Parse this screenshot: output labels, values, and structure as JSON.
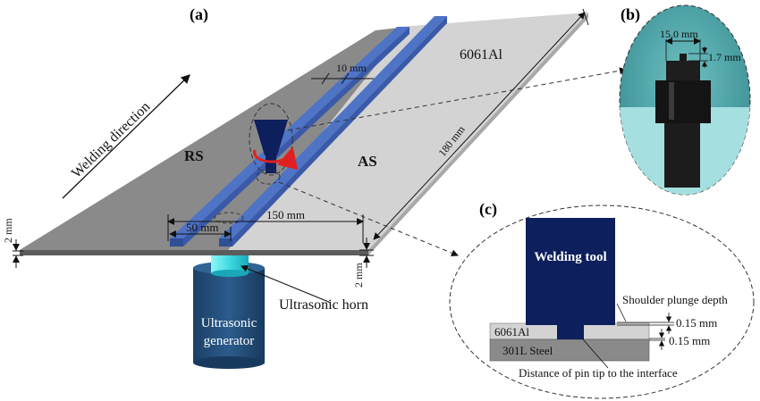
{
  "panels": {
    "a": "(a)",
    "b": "(b)",
    "c": "(c)"
  },
  "plates": {
    "left_material": "301LSteel",
    "right_material": "6061Al"
  },
  "sides": {
    "retreating": "RS",
    "advancing": "AS"
  },
  "welding_direction": "Welding direction",
  "dimensions": {
    "groove_width": "10 mm",
    "plate_width": "180 mm",
    "plate_length": "150 mm",
    "backing_offset": "50 mm",
    "left_thickness": "2 mm",
    "right_thickness": "2 mm"
  },
  "equipment": {
    "horn_label": "Ultrasonic horn",
    "generator_line1": "Ultrasonic",
    "generator_line2": "generator"
  },
  "tool_photo": {
    "shoulder_diameter": "15.0 mm",
    "pin_length": "1.7 mm"
  },
  "detail": {
    "tool_label": "Welding tool",
    "shoulder_plunge": "Shoulder plunge depth",
    "plunge_value": "0.15 mm",
    "top_plate": "6061Al",
    "bottom_plate": "301L Steel",
    "pin_gap_value": "0.15 mm",
    "pin_gap_label": "Distance of pin tip to the interface"
  },
  "colors": {
    "steel_plate": "#8a8a8a",
    "aluminum_plate": "#d3d3d3",
    "clamp_bar": "#4f74c6",
    "tool": "#0d1f5c",
    "rotation_arrow": "#e02020",
    "horn": "#66f0f0",
    "generator": "#24507a",
    "photo_bg_top": "#4fa3a6",
    "photo_bg_bottom": "#a6dfe0"
  }
}
